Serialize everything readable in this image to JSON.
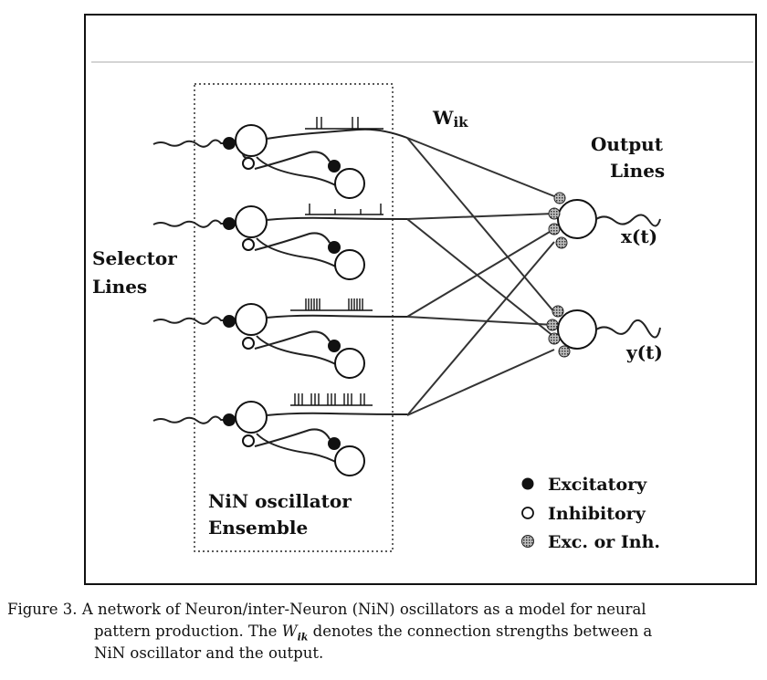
{
  "diagram": {
    "labels": {
      "weights": "W",
      "weights_sub": "ik",
      "output_line1": "Output",
      "output_line2": "Lines",
      "selector_line1": "Selector",
      "selector_line2": "Lines",
      "ensemble_line1": "NiN oscillator",
      "ensemble_line2": "Ensemble",
      "output_x": "x(t)",
      "output_y": "y(t)"
    },
    "legend": [
      {
        "type": "excitatory",
        "label": "Excitatory"
      },
      {
        "type": "inhibitory",
        "label": "Inhibitory"
      },
      {
        "type": "mixed",
        "label": "Exc. or Inh."
      }
    ],
    "colors": {
      "line": "#222222",
      "excitatory": "#111111",
      "inhibitory": "#ffffff",
      "mixed": "#8a8a8a"
    }
  },
  "caption": {
    "label": "Figure 3.",
    "line1": "A network of Neuron/inter-Neuron (NiN) oscillators as a model for neural",
    "line2_pre": "pattern production. The ",
    "line2_sym": "W",
    "line2_sub": "ik",
    "line2_post": " denotes the connection strengths between a",
    "line3": "NiN oscillator and the output."
  }
}
